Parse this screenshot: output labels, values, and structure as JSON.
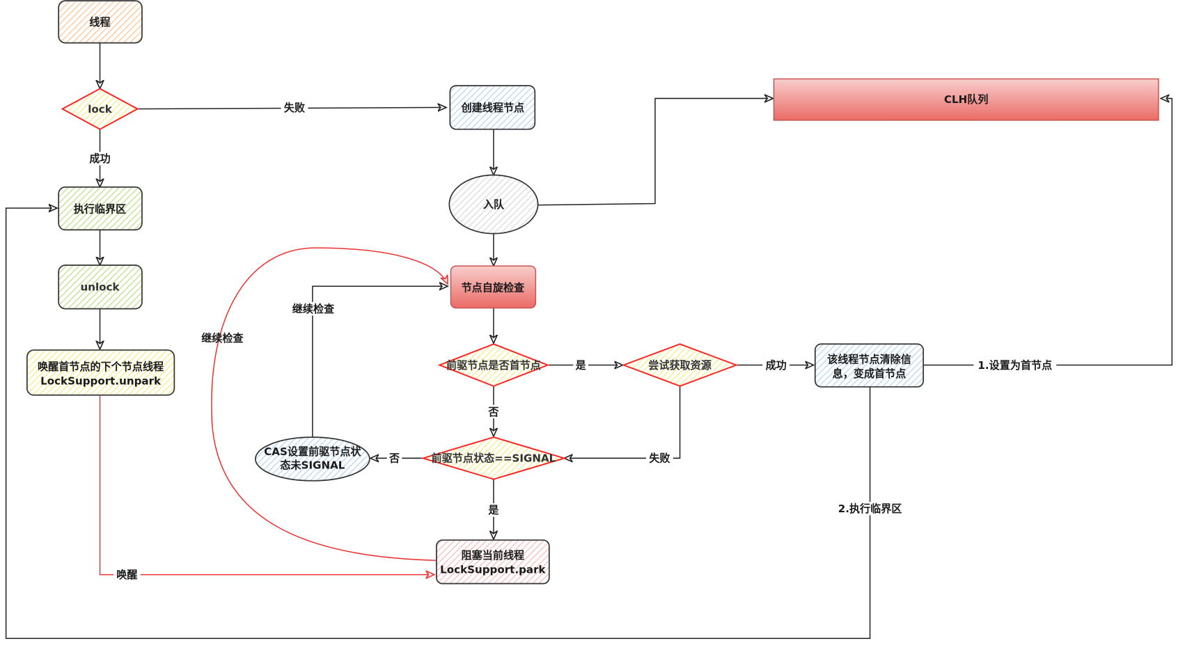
{
  "diagram": {
    "type": "flowchart",
    "topic": "AQS lock acquisition flow",
    "colors": {
      "thread_fill": "#fcd5b4",
      "green_fill": "#d5e8b4",
      "yellow_fill": "#fbf7b4",
      "blue_fill": "#dae8fc",
      "gray_fill": "#eeeeee",
      "red_fill": "#f08c8c",
      "pink_fill": "#f8cecc",
      "diamond_stroke": "#ff2222",
      "red_edge": "#ee3333",
      "edge": "#222222"
    },
    "nodes": {
      "thread": "线程",
      "lock": "lock",
      "critical_section": "执行临界区",
      "unlock": "unlock",
      "wake_next_line1": "唤醒首节点的下个节点线程",
      "wake_next_line2": "LockSupport.unpark",
      "create_node": "创建线程节点",
      "enqueue": "入队",
      "clh_queue": "CLH队列",
      "spin_check": "节点自旋检查",
      "pred_is_head": "前驱节点是否首节点",
      "try_acquire": "尝试获取资源",
      "clear_node_line1": "该线程节点清除信",
      "clear_node_line2": "息，变成首节点",
      "pred_status_signal": "前驱节点状态==SIGNAL",
      "cas_set_line1": "CAS设置前驱节点状",
      "cas_set_line2": "态未SIGNAL",
      "park_line1": "阻塞当前线程",
      "park_line2": "LockSupport.park"
    },
    "edge_labels": {
      "lock_fail": "失败",
      "lock_success": "成功",
      "yes_head": "是",
      "no_head": "否",
      "acquire_success": "成功",
      "acquire_fail": "失败",
      "signal_no": "否",
      "signal_yes": "是",
      "continue_check_cas": "继续检查",
      "continue_check_park": "继续检查",
      "wake": "唤醒",
      "set_head": "1.设置为首节点",
      "exec_critical": "2.执行临界区"
    }
  }
}
